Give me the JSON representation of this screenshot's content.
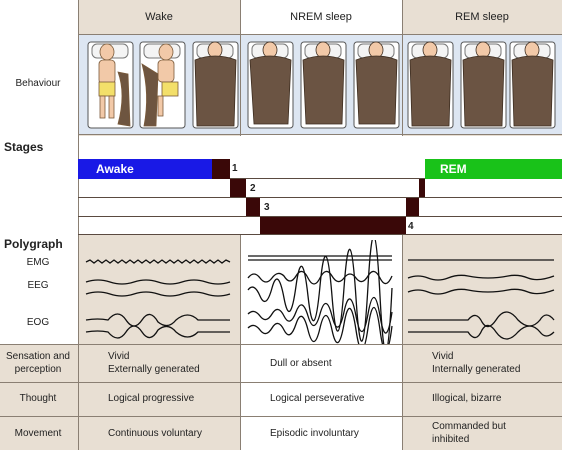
{
  "columns": [
    "Wake",
    "NREM sleep",
    "REM sleep"
  ],
  "sections": {
    "behaviour": "Behaviour",
    "stages": "Stages",
    "polygraph": "Polygraph"
  },
  "stages": {
    "awake": "Awake",
    "rem": "REM",
    "levels": [
      "1",
      "2",
      "3",
      "4"
    ],
    "colors": {
      "awake": "#1919e6",
      "rem": "#19c219",
      "deep": "#3a0808"
    }
  },
  "polygraph": {
    "channels": [
      "EMG",
      "EEG",
      "EOG"
    ]
  },
  "rows": [
    {
      "label_line1": "Sensation and",
      "label_line2": "perception",
      "wake_line1": "Vivid",
      "wake_line2": "Externally generated",
      "nrem": "Dull or absent",
      "rem_line1": "Vivid",
      "rem_line2": "Internally generated"
    },
    {
      "label": "Thought",
      "wake": "Logical progressive",
      "nrem": "Logical perseverative",
      "rem": "Illogical, bizarre"
    },
    {
      "label": "Movement",
      "wake": "Continuous voluntary",
      "nrem": "Episodic involuntary",
      "rem_line1": "Commanded but",
      "rem_line2": "inhibited"
    }
  ]
}
